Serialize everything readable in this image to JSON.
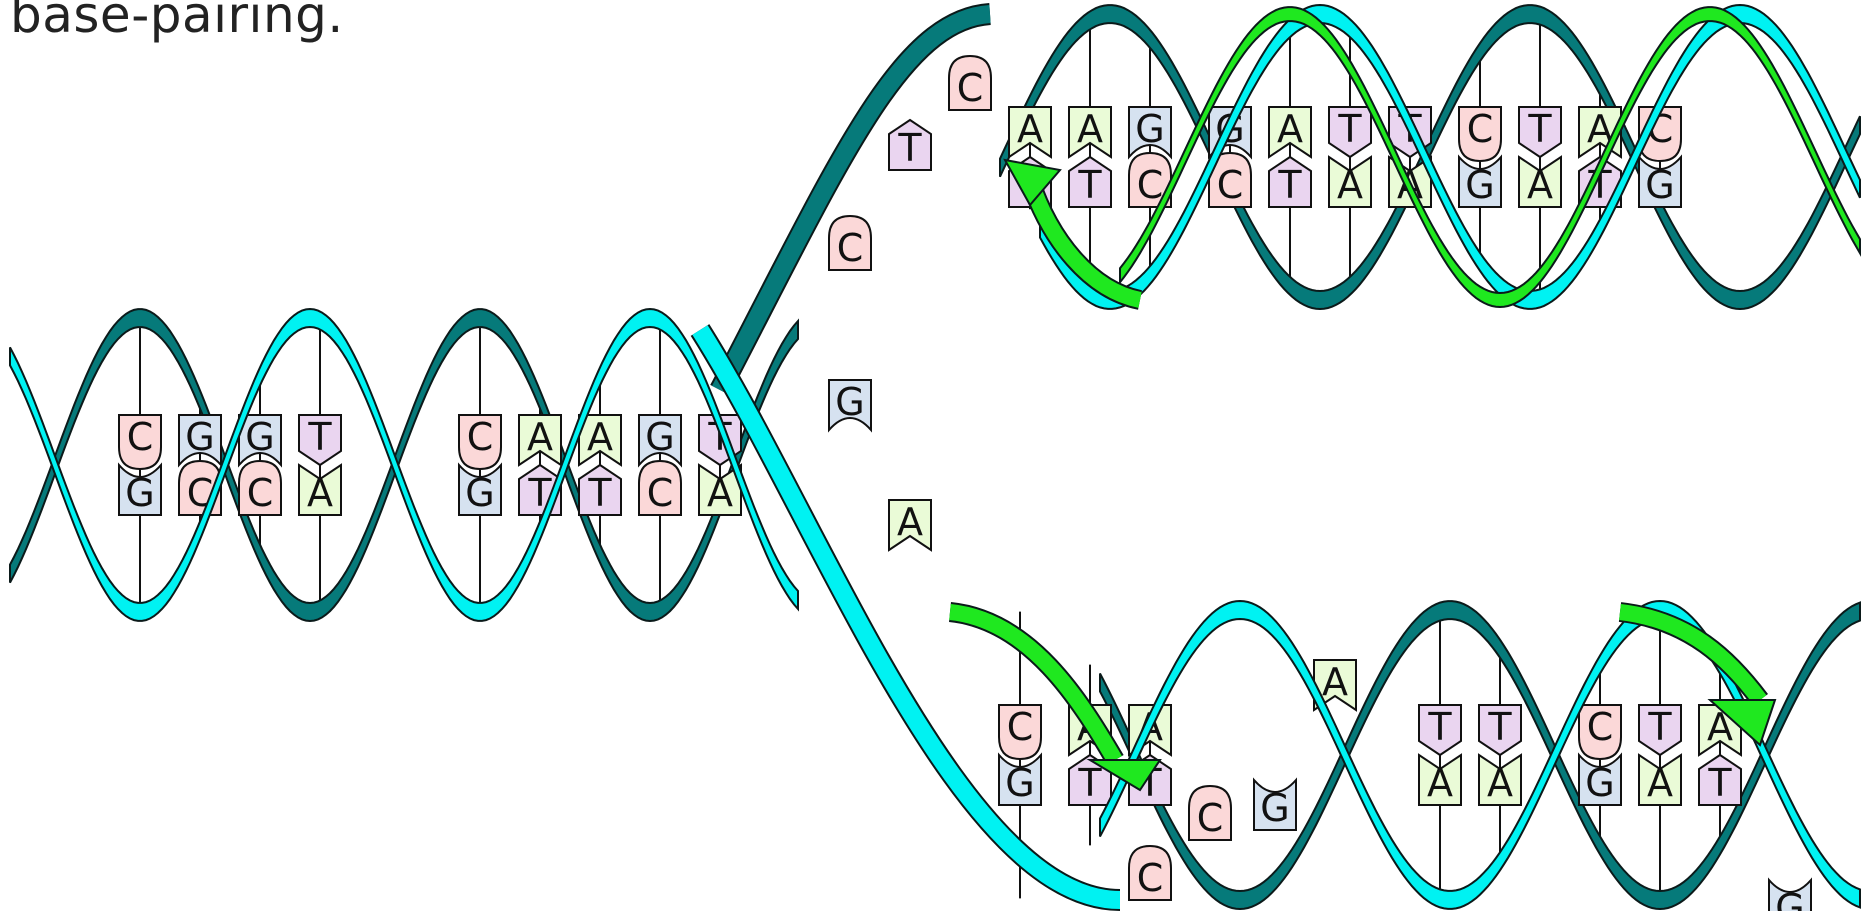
{
  "caption": "base-pairing.",
  "colors": {
    "strand_dark": "#067a7a",
    "strand_light": "#00f2f2",
    "new_strand": "#1fe81f",
    "new_strand_dark": "#078a0f",
    "A": "#eafbd7",
    "T": "#ead5f0",
    "G": "#d6e2f0",
    "C": "#fbd8d8"
  },
  "icons": {
    "replication_arrow": "arrow-icon"
  },
  "left_helix": {
    "pairs": [
      {
        "top": "C",
        "bottom": "G"
      },
      {
        "top": "G",
        "bottom": "C"
      },
      {
        "top": "G",
        "bottom": "C"
      },
      {
        "top": "T",
        "bottom": "A"
      },
      {
        "top": "C",
        "bottom": "G"
      },
      {
        "top": "A",
        "bottom": "T"
      },
      {
        "top": "A",
        "bottom": "T"
      },
      {
        "top": "G",
        "bottom": "C"
      },
      {
        "top": "T",
        "bottom": "A"
      }
    ]
  },
  "fork_unpaired": {
    "upper": [
      "C",
      "T",
      "C"
    ],
    "lower": [
      "G",
      "A"
    ]
  },
  "top_daughter": {
    "pairs": [
      {
        "top": "A",
        "bottom": "T"
      },
      {
        "top": "A",
        "bottom": "T"
      },
      {
        "top": "G",
        "bottom": "C"
      },
      {
        "top": "G",
        "bottom": "C"
      },
      {
        "top": "A",
        "bottom": "T"
      },
      {
        "top": "T",
        "bottom": "A"
      },
      {
        "top": "T",
        "bottom": "A"
      },
      {
        "top": "C",
        "bottom": "G"
      },
      {
        "top": "T",
        "bottom": "A"
      },
      {
        "top": "A",
        "bottom": "T"
      },
      {
        "top": "C",
        "bottom": "G"
      }
    ]
  },
  "bottom_daughter": {
    "pairs": [
      {
        "top": "C",
        "bottom": "G"
      },
      {
        "top": "A",
        "bottom": "T"
      },
      {
        "top": "A",
        "bottom": "T"
      },
      {
        "top": "T",
        "bottom": "A"
      },
      {
        "top": "T",
        "bottom": "A"
      },
      {
        "top": "C",
        "bottom": "G"
      },
      {
        "top": "T",
        "bottom": "A"
      },
      {
        "top": "A",
        "bottom": "T"
      }
    ],
    "unpaired": [
      "C",
      "C",
      "G",
      "A",
      "G"
    ]
  }
}
